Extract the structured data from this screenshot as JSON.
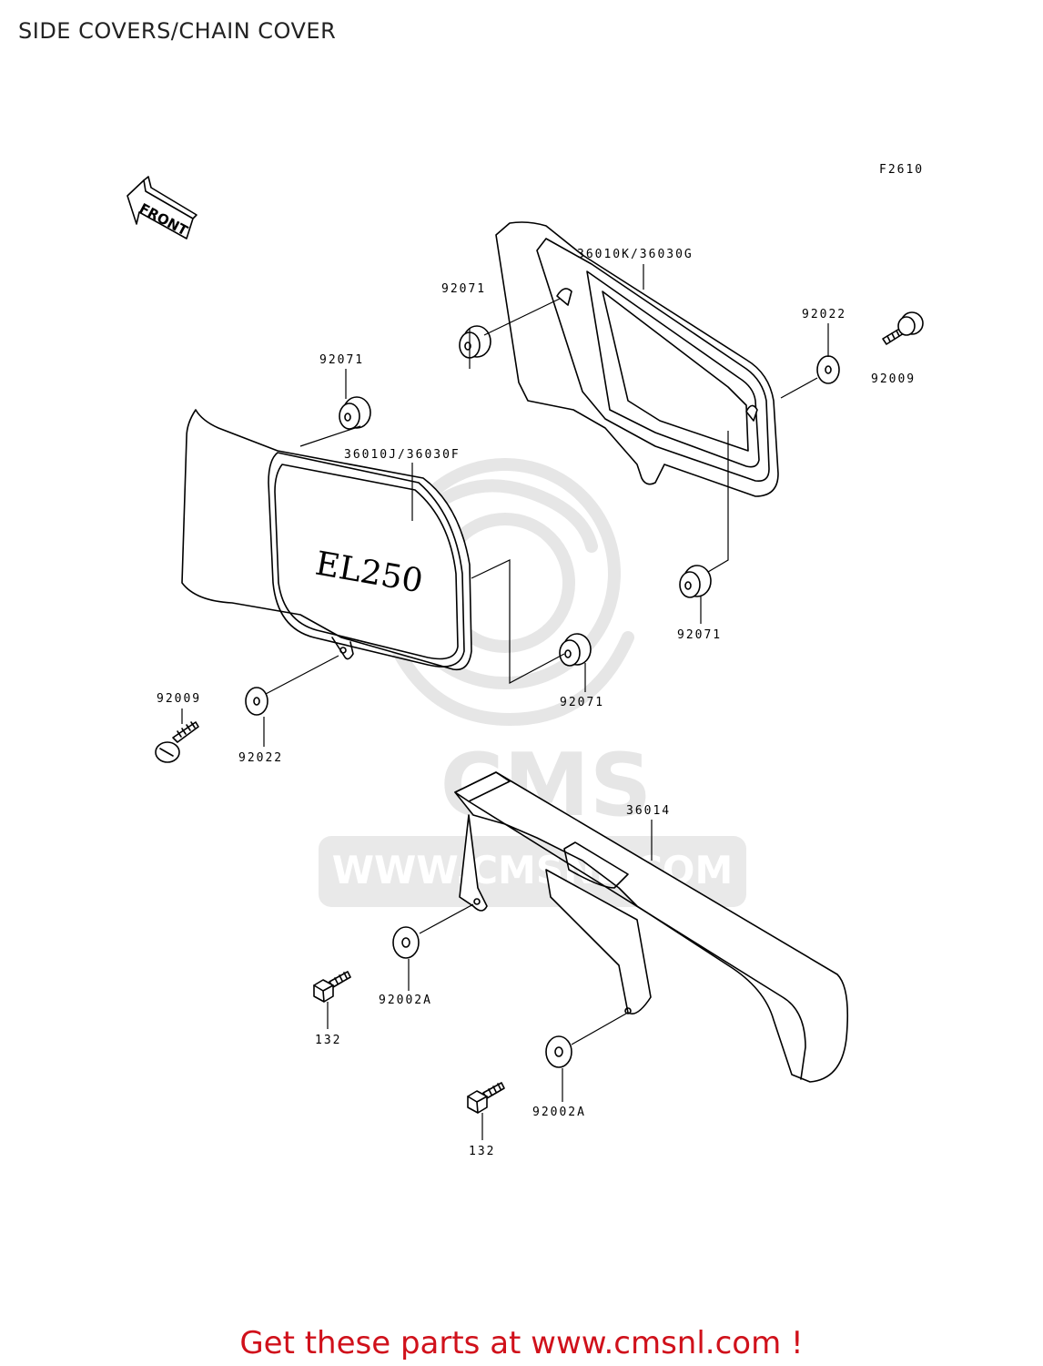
{
  "page": {
    "title": "SIDE COVERS/CHAIN COVER",
    "figure_code": "F2610",
    "front_arrow_label": "FRONT",
    "emblem_text": "EL250",
    "banner": "Get these parts at www.cmsnl.com !",
    "watermark": {
      "brand": "CMS",
      "url": "WWW.CMSNL.COM"
    }
  },
  "parts": {
    "left_cover": "36010J/36030F",
    "right_cover": "36010K/36030G",
    "chain_cover": "36014",
    "grommet_top_left": "92071",
    "grommet_left_lower": "92071",
    "grommet_top_right": "92071",
    "grommet_right_lower": "92071",
    "washer_left": "92022",
    "washer_right": "92022",
    "bolt_left": "92009",
    "bolt_right": "92009",
    "washer_chain_upper": "92002A",
    "washer_chain_lower": "92002A",
    "bolt_chain_upper": "132",
    "bolt_chain_lower": "132"
  }
}
